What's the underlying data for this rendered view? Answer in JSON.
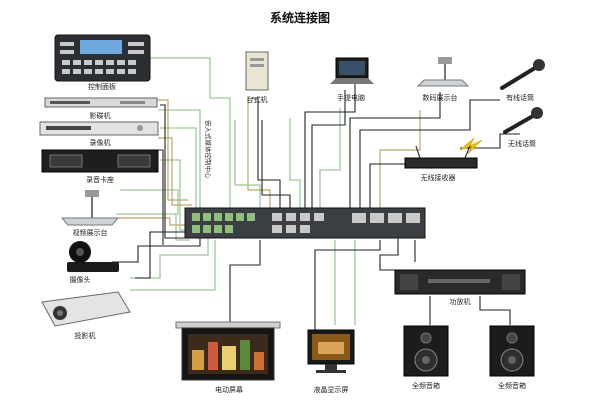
{
  "title": "系统连接图",
  "devices": {
    "control_panel": "控制面板",
    "vcr": "影碟机",
    "recorder": "录像机",
    "tape_deck": "录音卡座",
    "visual_presenter": "视频展示台",
    "camera": "摄像头",
    "projector": "投影机",
    "pc": "台式机",
    "laptop": "手提电脑",
    "digital_presenter": "数码展示台",
    "wired_mic": "有线话筒",
    "wireless_mic": "无线话筒",
    "wireless_receiver": "无线接收器",
    "amplifier": "功放机",
    "electric_screen": "电动屏幕",
    "lcd_display": "液晶显示屏",
    "speaker_left": "全频音箱",
    "speaker_right": "全频音箱",
    "matrix_caption": "嵌入式媒体控制中心"
  },
  "colors": {
    "wire_black": "#222222",
    "wire_green": "#9fc89a",
    "wire_olive": "#b9a86a"
  }
}
